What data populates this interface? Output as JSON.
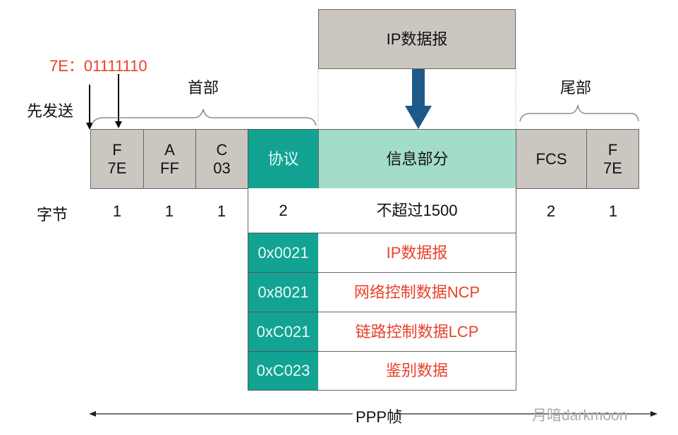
{
  "top_box": "IP数据报",
  "flag_note": "7E：01111110",
  "send_first": "先发送",
  "header_label": "首部",
  "trailer_label": "尾部",
  "fields": [
    {
      "name": "F",
      "value": "7E"
    },
    {
      "name": "A",
      "value": "FF"
    },
    {
      "name": "C",
      "value": "03"
    },
    {
      "name": "协议"
    },
    {
      "name": "信息部分"
    },
    {
      "name": "FCS"
    },
    {
      "name": "F",
      "value": "7E"
    }
  ],
  "bytes_label": "字节",
  "bytes": [
    "1",
    "1",
    "1",
    "2",
    "不超过1500",
    "2",
    "1"
  ],
  "protocols": [
    {
      "code": "0x0021",
      "meaning": "IP数据报"
    },
    {
      "code": "0x8021",
      "meaning": "网络控制数据NCP"
    },
    {
      "code": "0xC021",
      "meaning": "链路控制数据LCP"
    },
    {
      "code": "0xC023",
      "meaning": "鉴别数据"
    }
  ],
  "frame_label": "PPP帧",
  "watermark": "月暗darkmoon",
  "colors": {
    "gray": "#cbc7c0",
    "teal": "#12a393",
    "light_teal": "#a3dcc8",
    "red": "#e8412a",
    "arrow_blue": "#1d5a8a"
  }
}
